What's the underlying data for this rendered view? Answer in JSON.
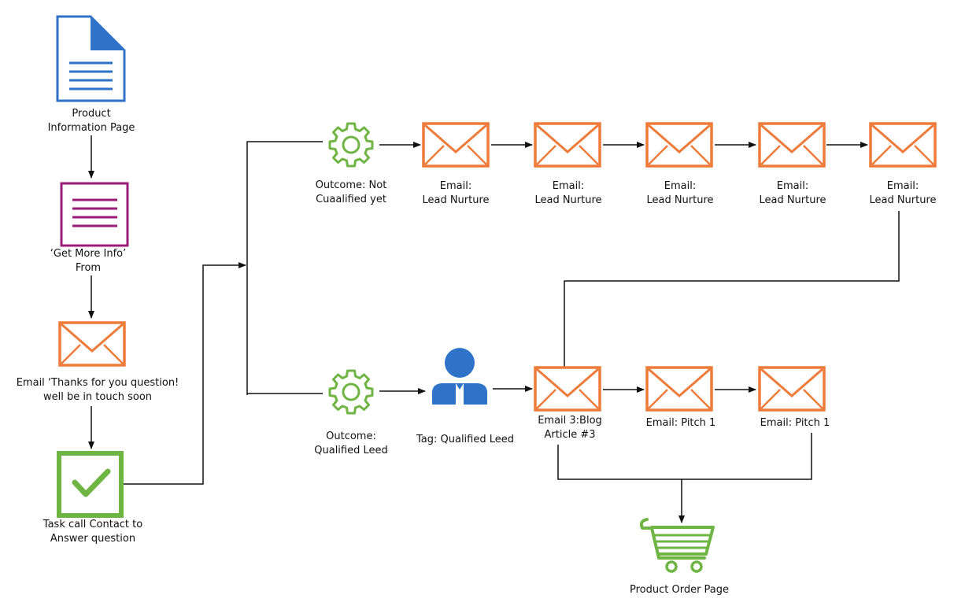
{
  "colors": {
    "doc_blue": "#2f73c9",
    "form_purple": "#9b1b7a",
    "email_orange": "#ee7b3a",
    "gear_green": "#6fb543",
    "task_green": "#6fb543",
    "person_blue": "#2f73c9",
    "cart_green": "#6fb543",
    "line": "#111111"
  },
  "nodes": {
    "product_info": {
      "icon": "document-icon",
      "line1": "Product",
      "line2": "Information Page"
    },
    "get_more_info": {
      "icon": "form-icon",
      "line1": "‘Get More Info’",
      "line2": "From"
    },
    "email_thanks": {
      "icon": "email-icon",
      "line1": "Email ‘Thanks for you question!",
      "line2": "well be in touch soon"
    },
    "task_call": {
      "icon": "checkmark-icon",
      "line1": "Task call Contact to",
      "line2": "Answer question"
    },
    "outcome_not_qualified": {
      "icon": "gear-icon",
      "line1": "Outcome: Not",
      "line2": "Cuaalified yet"
    },
    "outcome_qualified": {
      "icon": "gear-icon",
      "line1": "Outcome:",
      "line2": "Qualified Leed"
    },
    "tag_qualified": {
      "icon": "person-icon",
      "line1": "Tag: Qualified Leed"
    },
    "nurture_emails": [
      {
        "icon": "email-icon",
        "line1": "Email:",
        "line2": "Lead  Nurture"
      },
      {
        "icon": "email-icon",
        "line1": "Email:",
        "line2": "Lead  Nurture"
      },
      {
        "icon": "email-icon",
        "line1": "Email:",
        "line2": "Lead  Nurture"
      },
      {
        "icon": "email-icon",
        "line1": "Email:",
        "line2": "Lead  Nurture"
      },
      {
        "icon": "email-icon",
        "line1": "Email:",
        "line2": "Lead  Nurture"
      }
    ],
    "email_blog": {
      "icon": "email-icon",
      "line1": "Email 3:Blog",
      "line2": "Article #3"
    },
    "pitch_emails": [
      {
        "icon": "email-icon",
        "line1": "Email: Pitch 1"
      },
      {
        "icon": "email-icon",
        "line1": "Email: Pitch 1"
      }
    ],
    "product_order": {
      "icon": "shopping-cart-icon",
      "line1": "Product Order Page"
    }
  }
}
